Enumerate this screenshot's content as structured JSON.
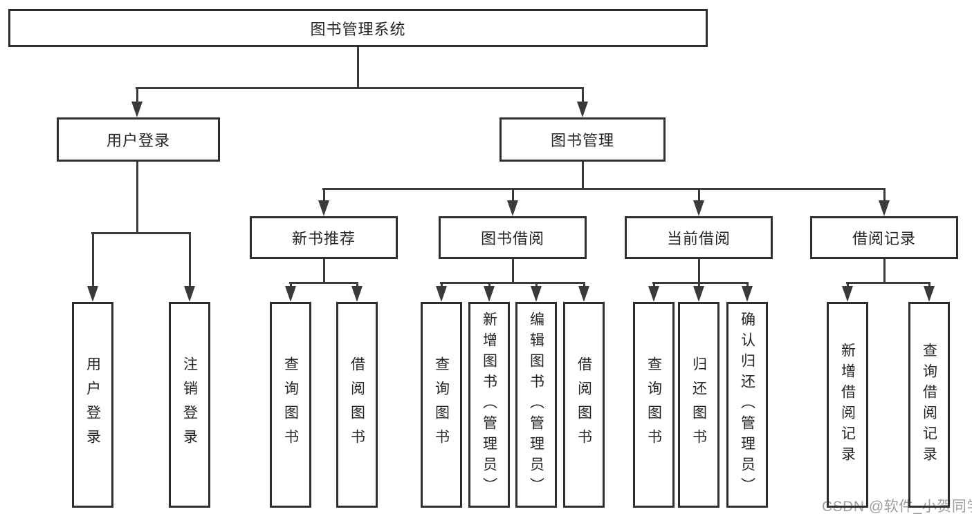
{
  "tree": {
    "label": "图书管理系统",
    "children": [
      {
        "label": "用户登录",
        "children": [
          {
            "label": "用户登录"
          },
          {
            "label": "注销登录"
          }
        ]
      },
      {
        "label": "图书管理",
        "children": [
          {
            "label": "新书推荐",
            "children": [
              {
                "label": "查询图书"
              },
              {
                "label": "借阅图书"
              }
            ]
          },
          {
            "label": "图书借阅",
            "children": [
              {
                "label": "查询图书"
              },
              {
                "label": "新增图书（管理员）"
              },
              {
                "label": "编辑图书（管理员）"
              },
              {
                "label": "借阅图书"
              }
            ]
          },
          {
            "label": "当前借阅",
            "children": [
              {
                "label": "查询图书"
              },
              {
                "label": "归还图书"
              },
              {
                "label": "确认归还（管理员）"
              }
            ]
          },
          {
            "label": "借阅记录",
            "children": [
              {
                "label": "新增借阅记录"
              },
              {
                "label": "查询借阅记录"
              }
            ]
          }
        ]
      }
    ]
  },
  "watermark": {
    "text": "CSDN @软件_小贺同学",
    "color": "#9e9e9e"
  },
  "colors": {
    "line": "#3a3a3a",
    "box_border": "#2e2e2e",
    "text": "#262626",
    "background": "#ffffff"
  }
}
